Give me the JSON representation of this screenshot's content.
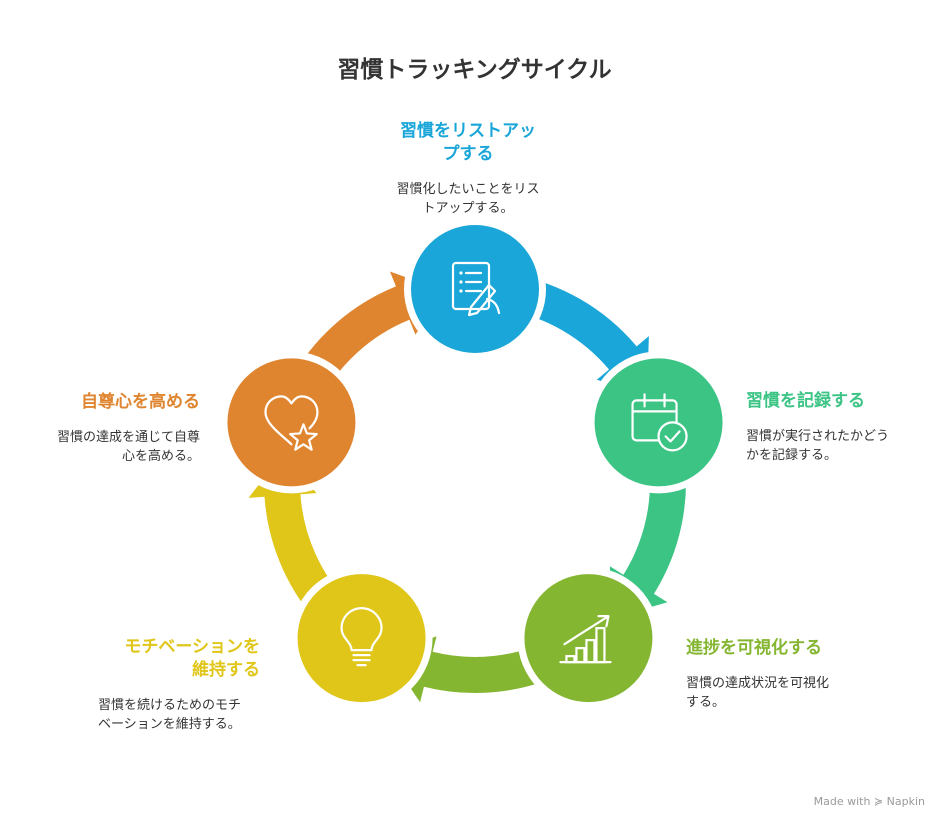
{
  "title": "習慣トラッキングサイクル",
  "colors": {
    "blue": "#1aa6d8",
    "green": "#3cc485",
    "olive": "#85b632",
    "yellow": "#e0c619",
    "orange": "#e0852f"
  },
  "steps": [
    {
      "title_lines": [
        "習慣をリストアッ",
        "プする"
      ],
      "desc_lines": [
        "習慣化したいことをリス",
        "トアップする。"
      ],
      "icon": "checklist-pen-icon",
      "color": "#1aa6d8"
    },
    {
      "title_lines": [
        "習慣を記録する"
      ],
      "desc_lines": [
        "習慣が実行されたかどう",
        "かを記録する。"
      ],
      "icon": "calendar-check-icon",
      "color": "#3cc485"
    },
    {
      "title_lines": [
        "進捗を可視化する"
      ],
      "desc_lines": [
        "習慣の達成状況を可視化",
        "する。"
      ],
      "icon": "bar-chart-growth-icon",
      "color": "#85b632"
    },
    {
      "title_lines": [
        "モチベーションを",
        "維持する"
      ],
      "desc_lines": [
        "習慣を続けるためのモチ",
        "ベーションを維持する。"
      ],
      "icon": "lightbulb-icon",
      "color": "#e0c619"
    },
    {
      "title_lines": [
        "自尊心を高める"
      ],
      "desc_lines": [
        "習慣の達成を通じて自尊",
        "心を高める。"
      ],
      "icon": "heart-star-icon",
      "color": "#e0852f"
    }
  ],
  "credit": "Made with ≽ Napkin"
}
